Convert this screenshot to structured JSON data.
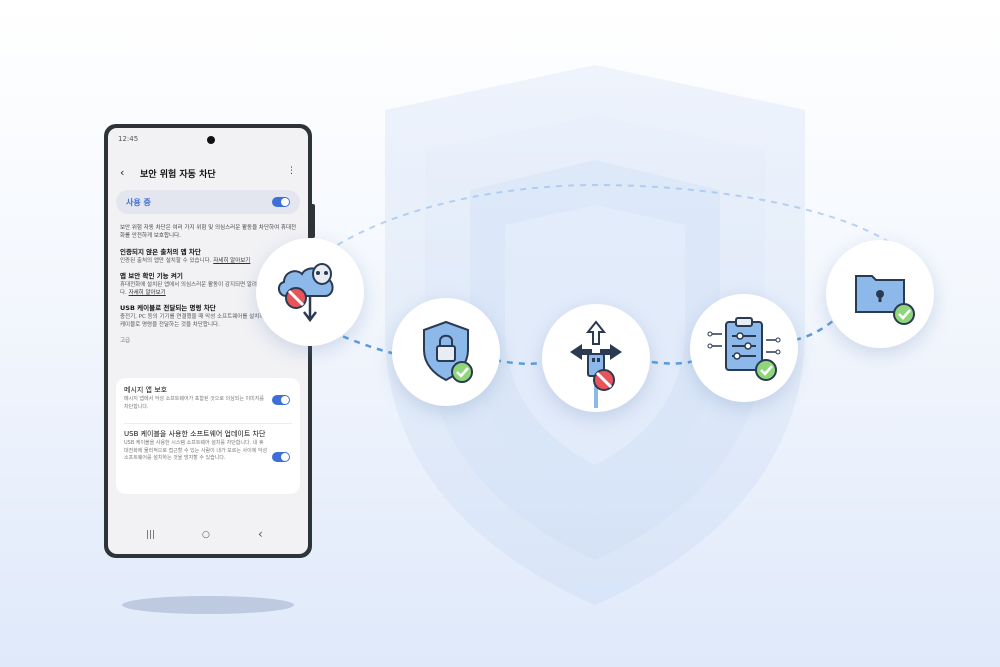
{
  "phone": {
    "status_time": "12:45",
    "title": "보안 위험 자동 차단",
    "master_toggle": {
      "label": "사용 중",
      "state": "on"
    },
    "description": "보안 위험 자동 차단은 여러 가지 위험 및 의심스러운 활동을 차단하여 휴대전화를 안전하게 보호합니다.",
    "blocks": [
      {
        "heading": "인증되지 않은 출처의 앱 차단",
        "text": "인증된 출처의 앱만 설치할 수 있습니다.",
        "link": "자세히 알아보기"
      },
      {
        "heading": "앱 보안 확인 기능 켜기",
        "text": "휴대전화에 설치된 앱에서 의심스러운 활동이 감지되면 알려",
        "text2": "다.",
        "link": "자세히 알아보기"
      },
      {
        "heading": "USB 케이블로 전달되는 명령 차단",
        "text": "충전기, PC 등의 기기를 연결했을 때 악성 소프트웨어를 설치하기 위해 USB 케이블로 명령을 전달하는 것을 차단합니다."
      }
    ],
    "section_label": "고급",
    "advanced": [
      {
        "title": "메시지 앱 보호",
        "text": "메시지 앱에서 악성 소프트웨어가 포함된 것으로 의심되는 이미지를 차단합니다.",
        "state": "on"
      },
      {
        "title": "USB 케이블을 사용한 소프트웨어 업데이트 차단",
        "text": "USB 케이블을 사용한 시스템 소프트웨어 설치를 차단합니다. 내 휴대전화에 물리적으로 접근할 수 있는 사람이 내가 모르는 사이에 악성 소프트웨어를 설치하는 것을 방지할 수 있습니다.",
        "state": "on"
      }
    ],
    "nav": {
      "recents": "|||",
      "home": "○",
      "back": "‹"
    }
  },
  "features": [
    {
      "icon": "cloud-malware-block-icon"
    },
    {
      "icon": "shield-lock-check-icon"
    },
    {
      "icon": "usb-block-icon"
    },
    {
      "icon": "clipboard-settings-check-icon"
    },
    {
      "icon": "folder-lock-check-icon"
    }
  ],
  "colors": {
    "accent": "#3e6fd8",
    "icon_blue": "#8cb8ea",
    "icon_outline": "#2a3a52",
    "check_green": "#8fd67a",
    "block_red": "#e9545b",
    "dash": "#5a9be0"
  }
}
